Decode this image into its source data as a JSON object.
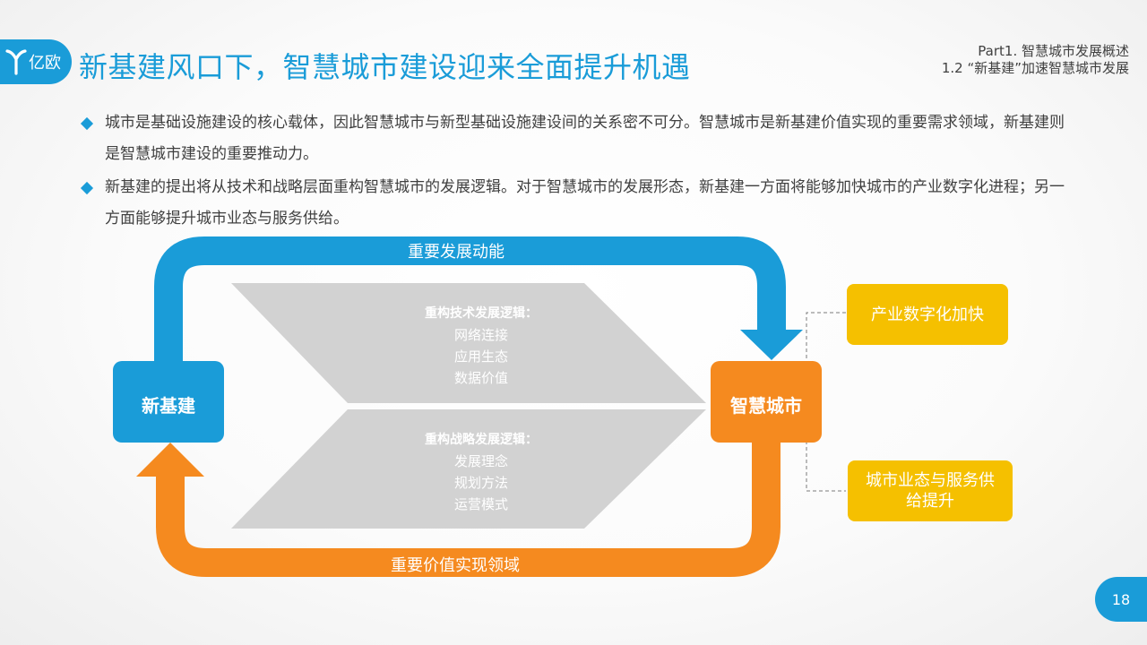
{
  "logo": {
    "text": "亿欧"
  },
  "header": {
    "title": "新基建风口下，智慧城市建设迎来全面提升机遇",
    "part": "Part1. 智慧城市发展概述",
    "section": "1.2 “新基建”加速智慧城市发展"
  },
  "bullets": [
    "城市是基础设施建设的核心载体，因此智慧城市与新型基础设施建设间的关系密不可分。智慧城市是新基建价值实现的重要需求领域，新基建则是智慧城市建设的重要推动力。",
    "新基建的提出将从技术和战略层面重构智慧城市的发展逻辑。对于智慧城市的发展形态，新基建一方面将能够加快城市的产业数字化进程；另一方面能够提升城市业态与服务供给。"
  ],
  "diagram": {
    "top_arrow_label": "重要发展动能",
    "bottom_arrow_label": "重要价值实现领域",
    "left_box": "新基建",
    "right_box": "智慧城市",
    "upper_chevron": {
      "title": "重构技术发展逻辑：",
      "items": [
        "网络连接",
        "应用生态",
        "数据价值"
      ]
    },
    "lower_chevron": {
      "title": "重构战略发展逻辑：",
      "items": [
        "发展理念",
        "规划方法",
        "运营模式"
      ]
    },
    "outcome_1": "产业数字化加快",
    "outcome_2_line1": "城市业态与服务供",
    "outcome_2_line2": "给提升"
  },
  "colors": {
    "blue": "#1a9cd8",
    "orange": "#f58a1f",
    "yellow": "#f5c000",
    "gray": "#d2d2d2"
  },
  "page_number": "18"
}
